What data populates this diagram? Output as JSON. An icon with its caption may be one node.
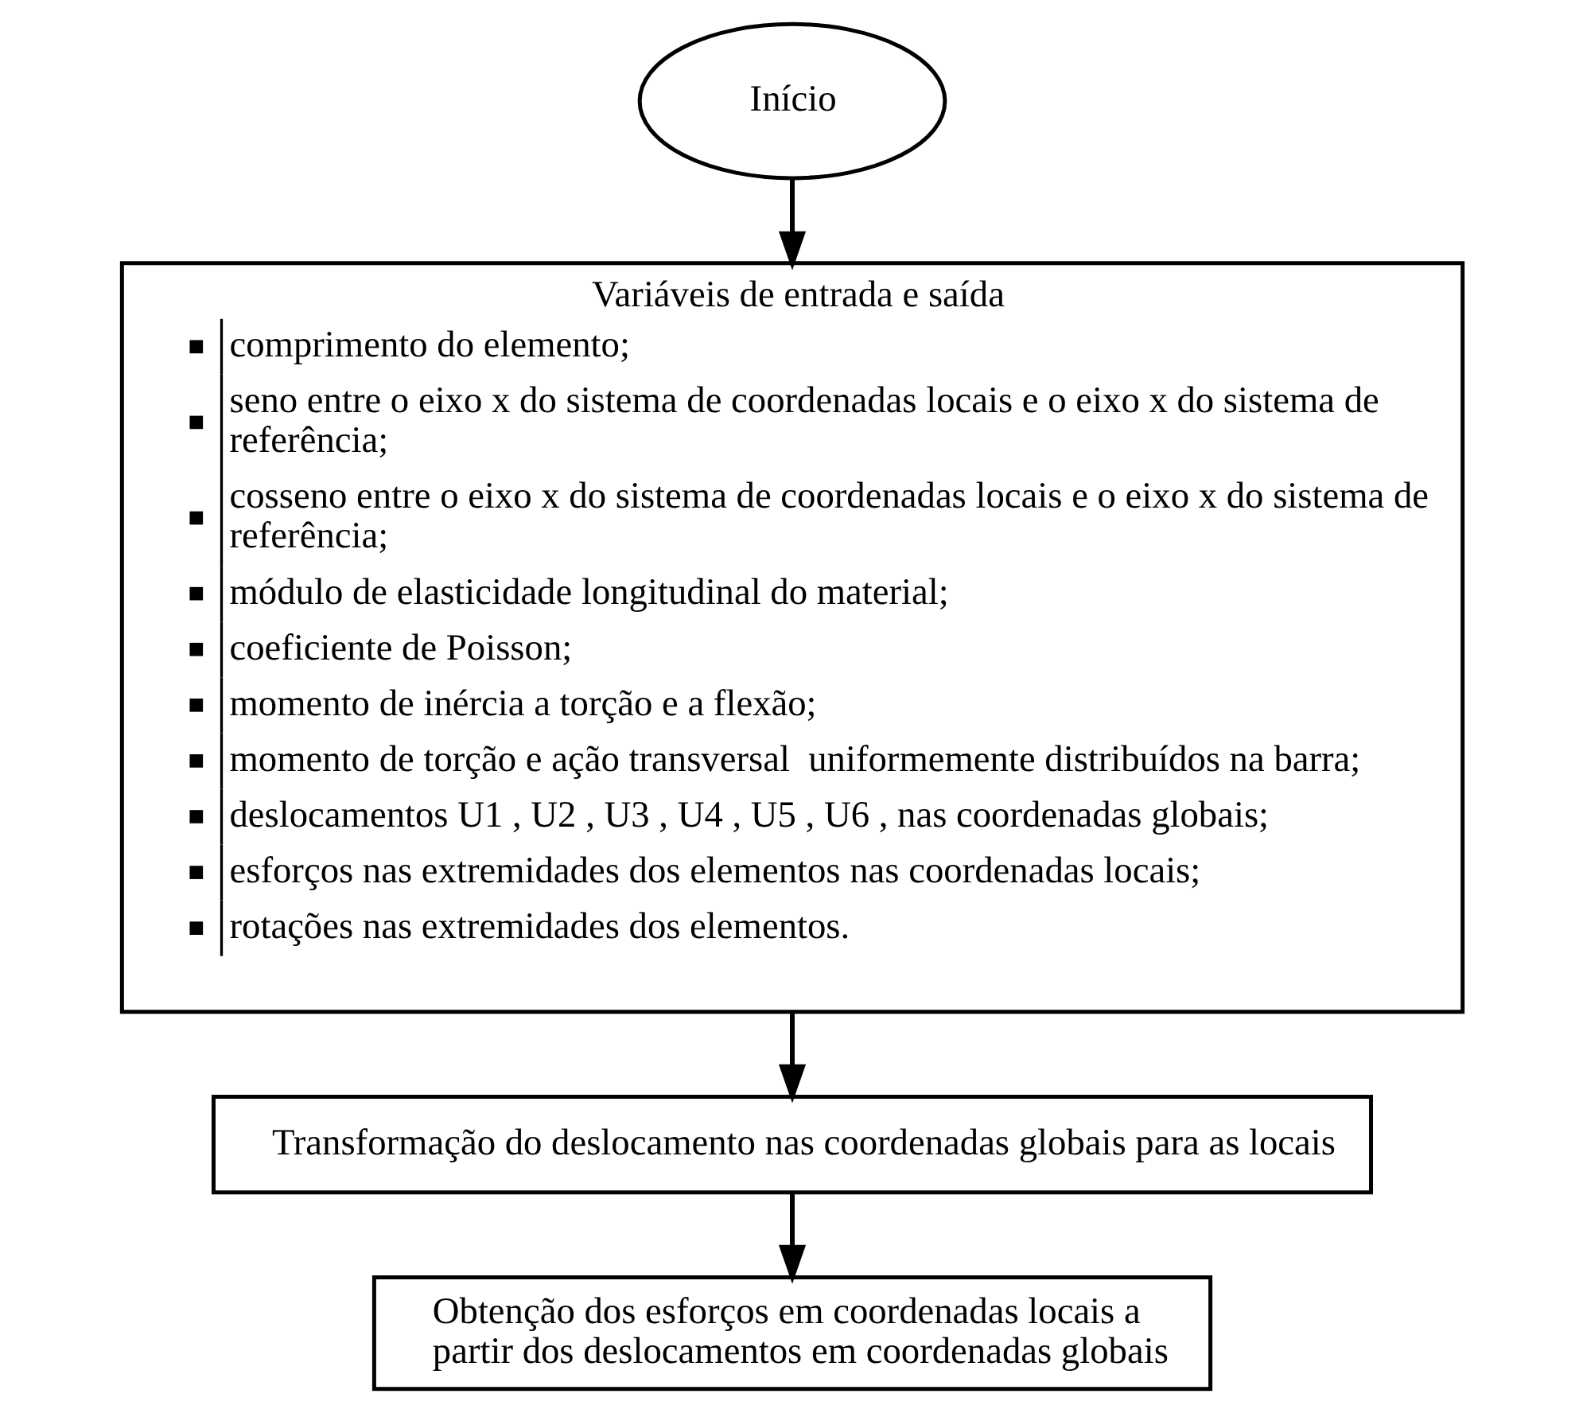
{
  "diagram": {
    "nodes": [
      {
        "text": [
          "Início"
        ]
      },
      {
        "text": [
          "Variáveis de entrada e saída",
          "comprimento do elemento;",
          "seno entre o eixo x do sistema de coordenadas locais e o eixo x do sistema de referência;",
          "cosseno entre o eixo x do sistema de coordenadas locais e o eixo x do sistema de referência;",
          "módulo de elasticidade longitudinal do material;",
          "coeficiente de Poisson;",
          "momento de inércia a torção e a flexão;",
          "momento de torção e ação transversal  uniformemente distribuídos na barra;",
          "deslocamentos U1 , U2 , U3 , U4 , U5 , U6 , nas coordenadas globais;",
          "esforços nas extremidades dos elementos nas coordenadas locais;",
          "rotações nas extremidades dos elementos."
        ]
      },
      {
        "text": [
          "Transformação do deslocamento nas coordenadas globais para as locais"
        ]
      },
      {
        "text": [
          "Obtenção dos esforços em coordenadas locais a partir dos deslocamentos em coordenadas globais"
        ]
      }
    ],
    "edges": [
      {
        "from": 0,
        "to": 1,
        "arrow": "to"
      },
      {
        "from": 1,
        "to": 2,
        "arrow": "to"
      },
      {
        "from": 2,
        "to": 3,
        "arrow": "to"
      }
    ]
  }
}
